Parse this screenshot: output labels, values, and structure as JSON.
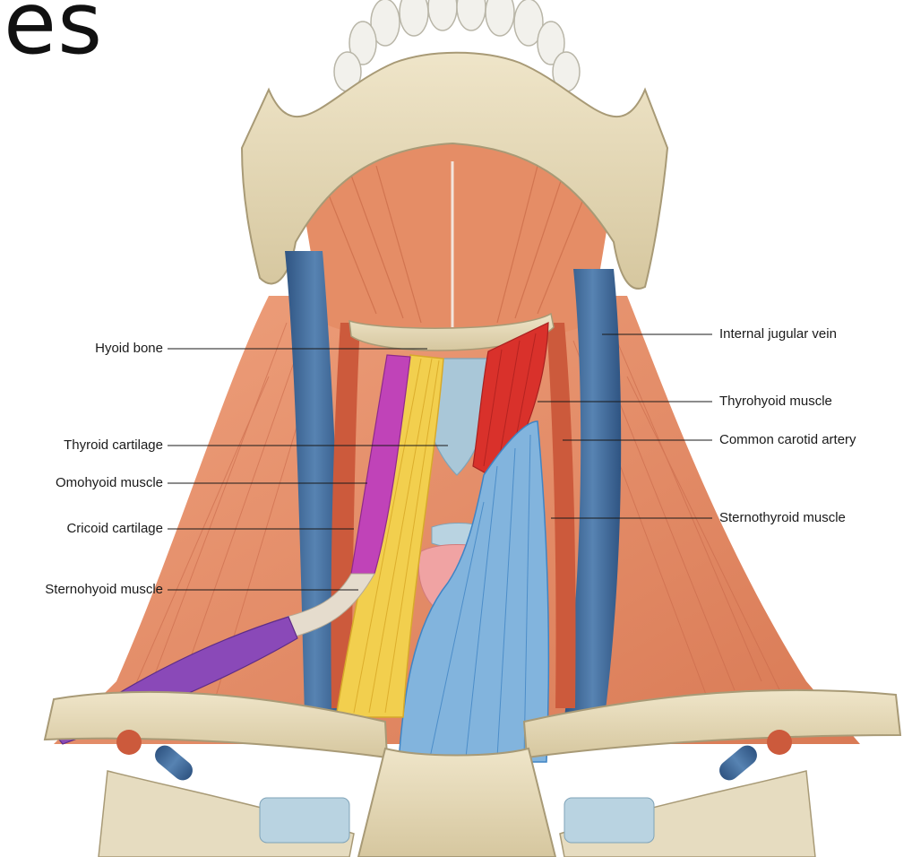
{
  "heading": {
    "text": "es"
  },
  "labels": {
    "left": [
      {
        "id": "hyoid-bone",
        "text": "Hyoid bone"
      },
      {
        "id": "thyroid-cartilage",
        "text": "Thyroid cartilage"
      },
      {
        "id": "omohyoid-muscle",
        "text": "Omohyoid muscle"
      },
      {
        "id": "cricoid-cartilage",
        "text": "Cricoid cartilage"
      },
      {
        "id": "sternohyoid-muscle",
        "text": "Sternohyoid muscle"
      }
    ],
    "right": [
      {
        "id": "internal-jugular-vein",
        "text": "Internal jugular vein"
      },
      {
        "id": "thyrohyoid-muscle",
        "text": "Thyrohyoid muscle"
      },
      {
        "id": "common-carotid-artery",
        "text": "Common carotid artery"
      },
      {
        "id": "sternothyroid-muscle",
        "text": "Sternothyroid muscle"
      }
    ]
  },
  "colors": {
    "bone": "#e3d6b4",
    "muscle": "#e48f6a",
    "vein": "#3f6896",
    "cartilage": "#a9c7d8",
    "omohyoid": "#9a3fb5",
    "sternohyoid": "#f2cf4e",
    "sternothyroid": "#82b4dd",
    "thyrohyoid": "#d9312b",
    "thyroid_gland": "#f0a3a3"
  }
}
